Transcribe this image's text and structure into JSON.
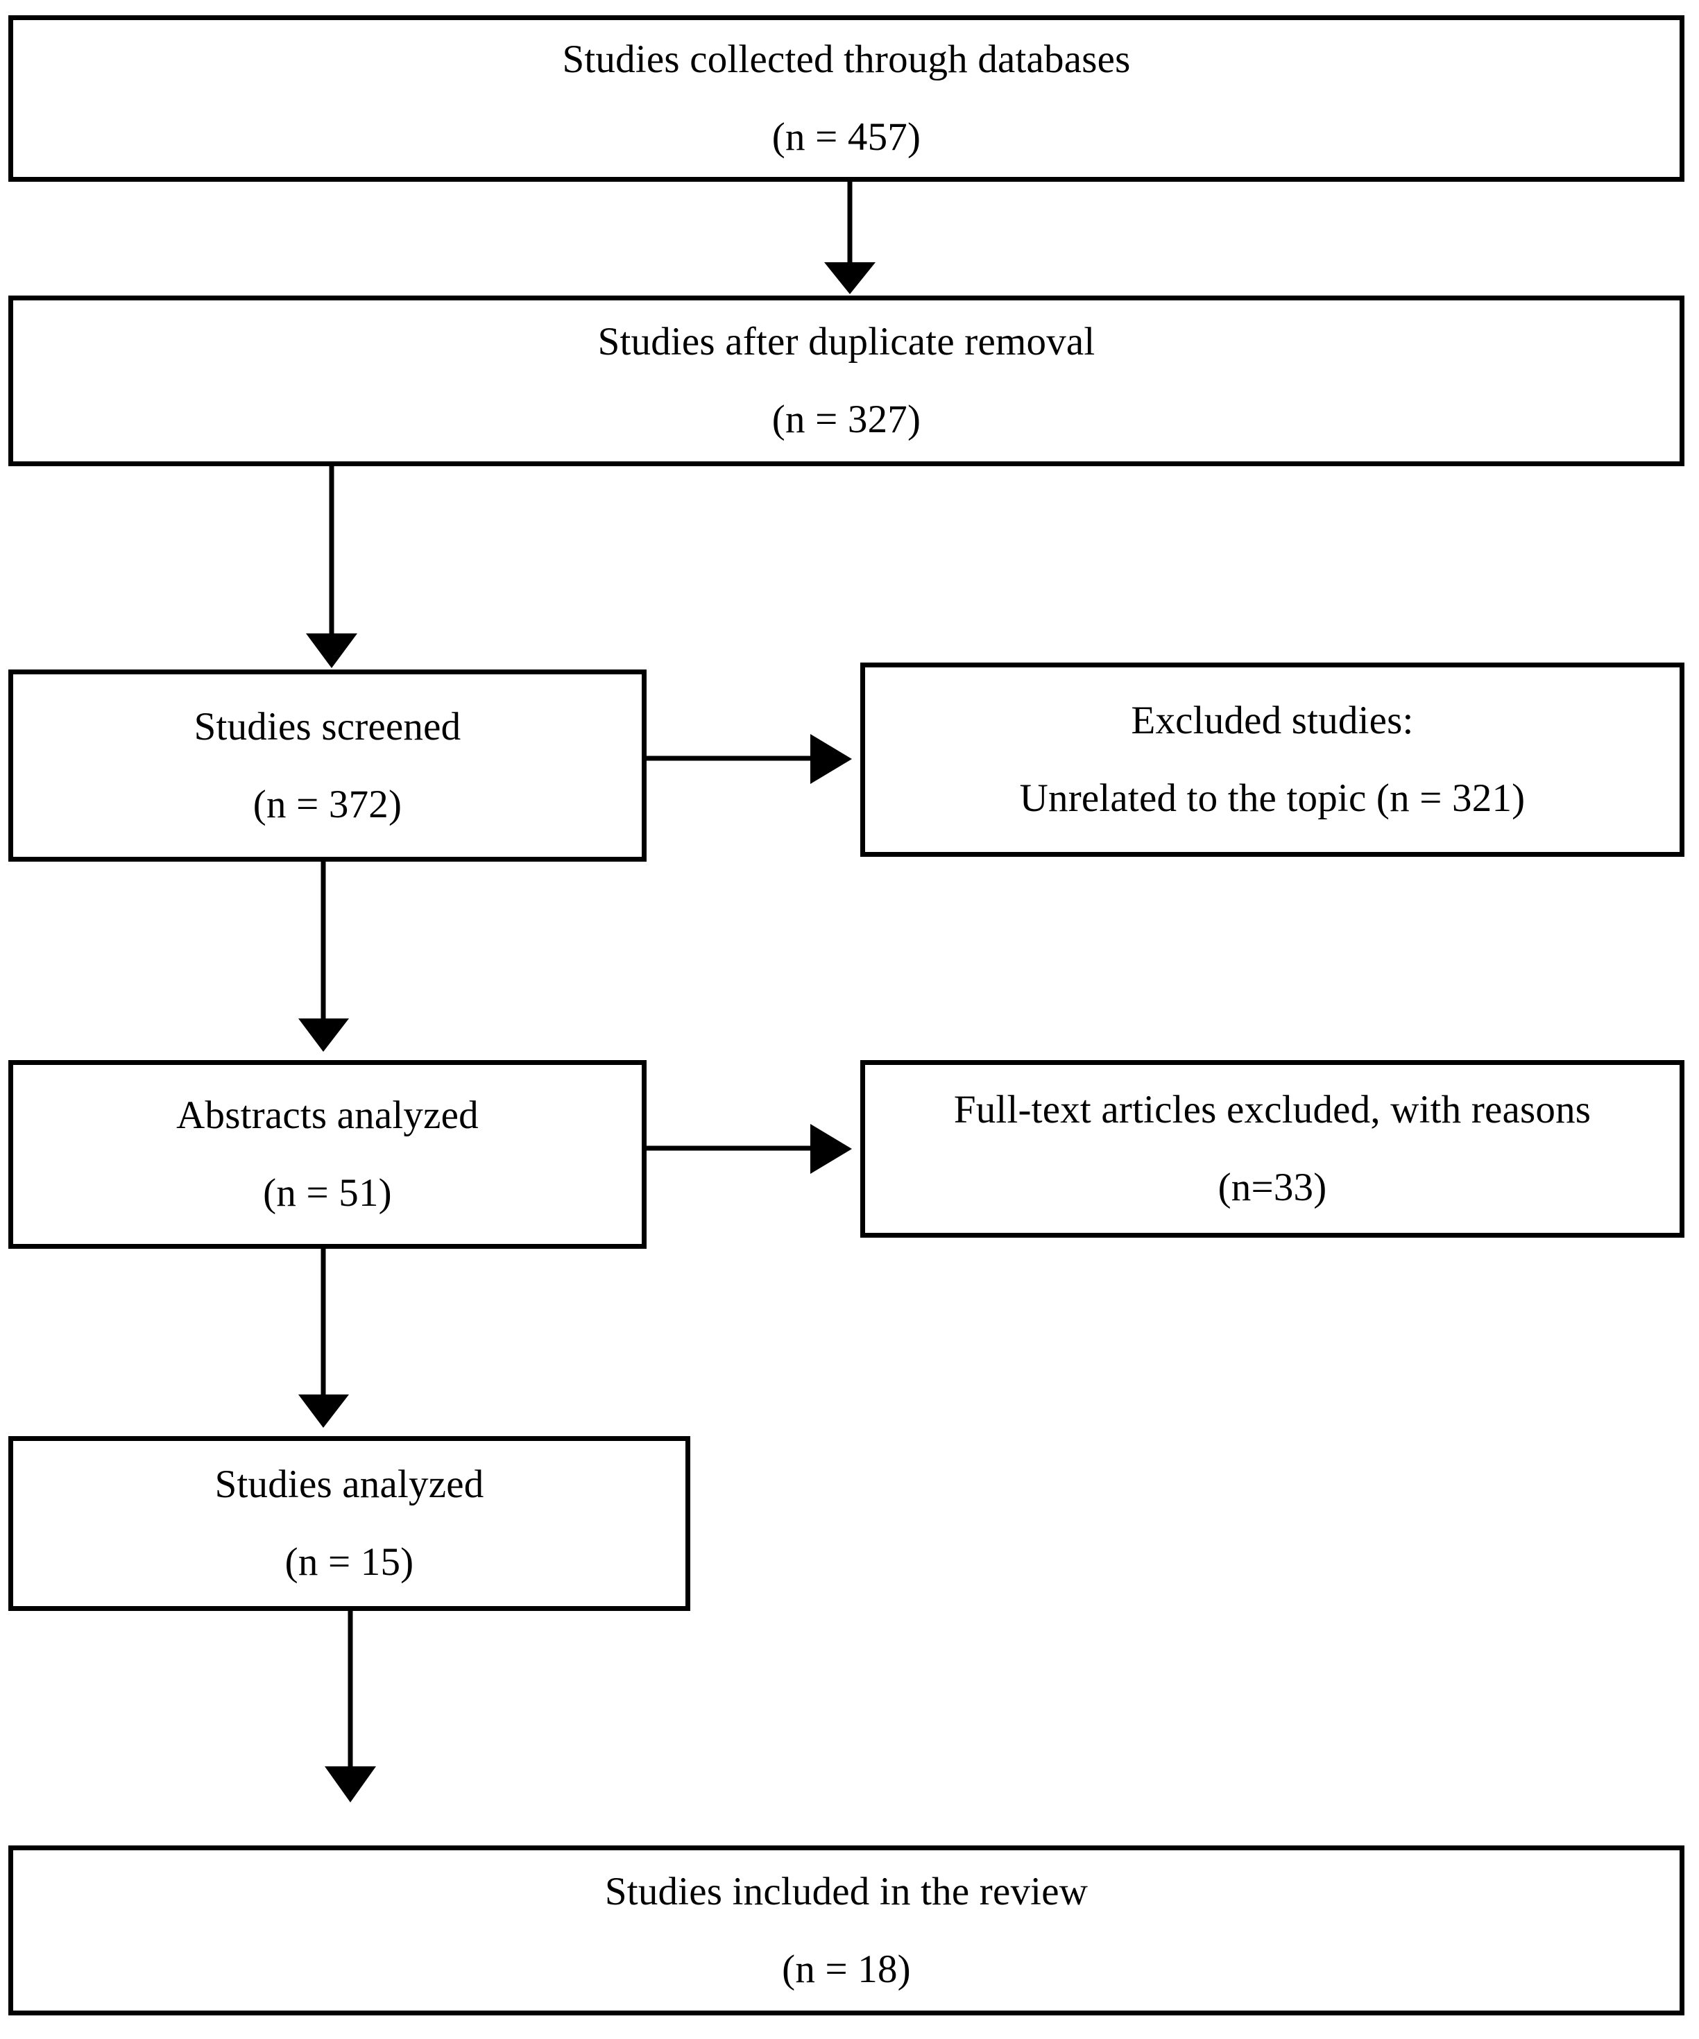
{
  "diagram": {
    "title": "Study selection flow diagram",
    "type": "flowchart",
    "orientation": "top-to-bottom",
    "colors": {
      "background": "#ffffff",
      "border": "#000000",
      "text": "#000000",
      "connector": "#000000"
    },
    "nodes": [
      {
        "id": "identification",
        "primary": "Studies collected through databases",
        "secondary": "(n = 457)",
        "count": 457,
        "column": "main"
      },
      {
        "id": "duplicates-removed",
        "primary": "Studies after duplicate removal",
        "secondary": "(n = 327)",
        "count": 327,
        "column": "main"
      },
      {
        "id": "screened",
        "primary": "Studies screened",
        "secondary": "(n = 372)",
        "count": 372,
        "column": "left"
      },
      {
        "id": "screened-excluded",
        "primary": "Excluded studies:",
        "secondary": "Unrelated to the topic (n = 321)",
        "count": 321,
        "column": "right"
      },
      {
        "id": "abstracts-analyzed",
        "primary": "Abstracts analyzed",
        "secondary": "(n = 51)",
        "count": 51,
        "column": "left"
      },
      {
        "id": "fulltext-excluded",
        "primary": "Full-text articles excluded, with reasons",
        "secondary": "(n=33)",
        "count": 33,
        "column": "right"
      },
      {
        "id": "studies-analyzed",
        "primary": "Studies analyzed",
        "secondary": "(n = 15)",
        "count": 15,
        "column": "left"
      },
      {
        "id": "included",
        "primary": "Studies included in the review",
        "secondary": "(n = 18)",
        "count": 18,
        "column": "main"
      }
    ],
    "edges": [
      {
        "id": "edge-identification-to-duplicates",
        "from": "identification",
        "to": "duplicates-removed",
        "direction": "down"
      },
      {
        "id": "edge-duplicates-to-screened",
        "from": "duplicates-removed",
        "to": "screened",
        "direction": "down"
      },
      {
        "id": "edge-screened-to-excluded",
        "from": "screened",
        "to": "screened-excluded",
        "direction": "right"
      },
      {
        "id": "edge-screened-to-abstracts",
        "from": "screened",
        "to": "abstracts-analyzed",
        "direction": "down"
      },
      {
        "id": "edge-abstracts-to-fulltext-excluded",
        "from": "abstracts-analyzed",
        "to": "fulltext-excluded",
        "direction": "right"
      },
      {
        "id": "edge-abstracts-to-analyzed",
        "from": "abstracts-analyzed",
        "to": "studies-analyzed",
        "direction": "down"
      },
      {
        "id": "edge-analyzed-to-included",
        "from": "studies-analyzed",
        "to": "included",
        "direction": "down"
      }
    ]
  }
}
